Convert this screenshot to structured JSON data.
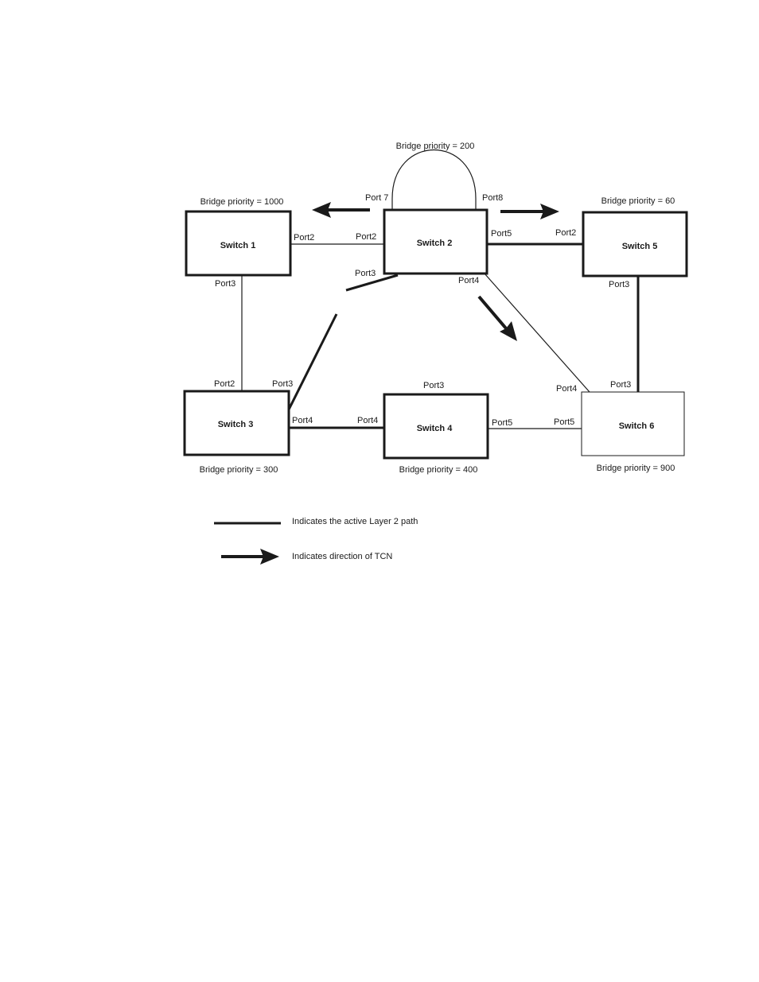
{
  "switches": {
    "sw1": {
      "name": "Switch 1",
      "priority": "Bridge priority = 1000"
    },
    "sw2": {
      "name": "Switch 2",
      "priority": "Bridge priority = 200"
    },
    "sw3": {
      "name": "Switch 3",
      "priority": "Bridge priority = 300"
    },
    "sw4": {
      "name": "Switch 4",
      "priority": "Bridge priority = 400"
    },
    "sw5": {
      "name": "Switch 5",
      "priority": "Bridge priority = 60"
    },
    "sw6": {
      "name": "Switch 6",
      "priority": "Bridge priority = 900"
    }
  },
  "ports": {
    "sw1_port2": "Port2",
    "sw1_port3": "Port3",
    "sw2_port7": "Port 7",
    "sw2_port8": "Port8",
    "sw2_port2": "Port2",
    "sw2_port5": "Port5",
    "sw2_port3": "Port3",
    "sw2_port4": "Port4",
    "sw3_port2": "Port2",
    "sw3_port3": "Port3",
    "sw3_port4": "Port4",
    "sw4_port3": "Port3",
    "sw4_port4": "Port4",
    "sw4_port5": "Port5",
    "sw5_port2": "Port2",
    "sw5_port3": "Port3",
    "sw6_port4": "Port4",
    "sw6_port3": "Port3",
    "sw6_port5": "Port5"
  },
  "legend": {
    "active_path": "Indicates the active Layer 2 path",
    "tcn_direction": "Indicates direction of TCN"
  }
}
